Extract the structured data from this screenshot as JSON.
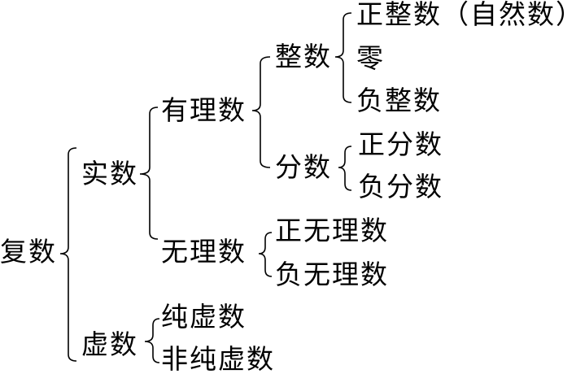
{
  "root": "复数",
  "real": "实数",
  "imaginary": "虚数",
  "rational": "有理数",
  "irrational": "无理数",
  "integer": "整数",
  "fraction": "分数",
  "positive_integer": "正整数（自然数）",
  "zero": "零",
  "negative_integer": "负整数",
  "positive_fraction": "正分数",
  "negative_fraction": "负分数",
  "positive_irrational": "正无理数",
  "negative_irrational": "负无理数",
  "pure_imaginary": "纯虚数",
  "non_pure_imaginary": "非纯虚数"
}
